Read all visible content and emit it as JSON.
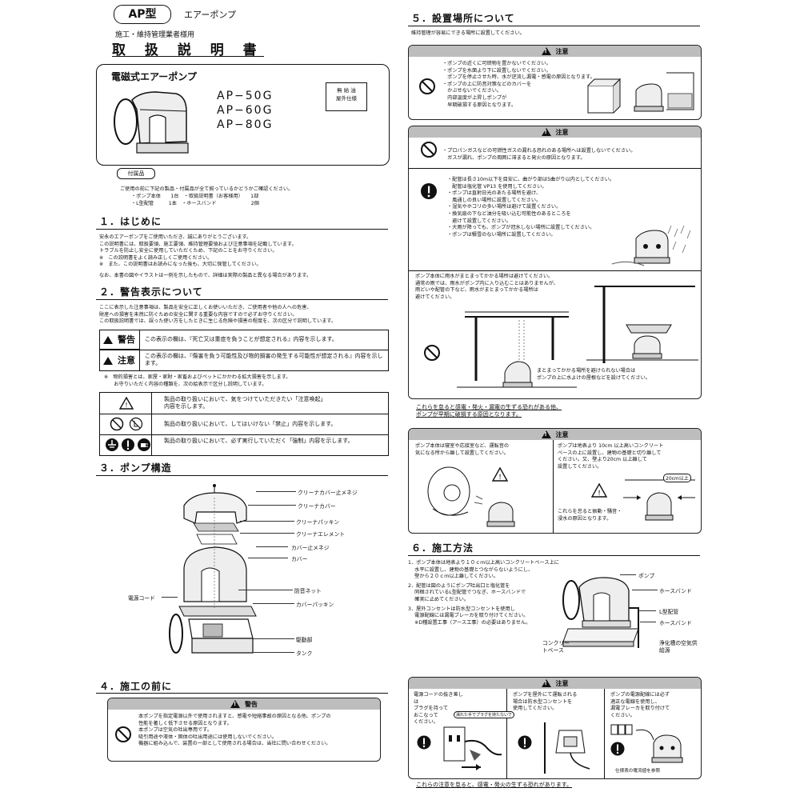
{
  "header": {
    "model_badge": "AP型",
    "product_type": "エアーポンプ",
    "audience": "施工・維持管理業者様用",
    "manual_title": "取 扱 説 明 書"
  },
  "product_box": {
    "name": "電磁式エアーポンプ",
    "models": [
      "AP−50G",
      "AP−60G",
      "AP−80G"
    ],
    "spec_tag": [
      "無 給 油",
      "屋外仕様"
    ]
  },
  "accessories": {
    "tag": "付属品",
    "intro": "ご使用の前に下記の製品・付属品が全て揃っているかどうかご確認ください。",
    "rows": [
      "・ポンプ本体　　1台　・取扱説明書（お客様用）　　1部",
      "・L型配管　　　1本　・ホースバンド　　　　　　　2個"
    ]
  },
  "sec1": {
    "title": "１．はじめに",
    "lines": [
      "安永のエアーポンプをご使用いただき、誠にありがとうございます。",
      "この説明書には、取扱要領、施工要領、維持管理要領および注意事項を記載しています。",
      "トラブルを防止し安全に使用していただくため、下記のことをお守りください。",
      "※　この説明書をよく読み正しくご使用ください。",
      "※　また、この説明書はお読みになった後も、大切に保管してください。",
      "なお、本書の図やイラストは一例を示したもので、詳細は実際の製品と異なる場合があります。"
    ]
  },
  "sec2": {
    "title": "２．警告表示について",
    "lines": [
      "ここに表示した注意事項は、製品を安全に正しくお使いいただき、ご使用者や他の人への危害、",
      "財産への損害を未然に防ぐための安全に関する重要な内容ですので必ずお守りください。",
      "この取扱説明書では、誤った使い方をしたときに生じる危険や損害の程度を、次の区分で説明しています。"
    ],
    "levels": [
      {
        "label": "警告",
        "text": "この表示の欄は、『死亡又は重症を負うことが想定される』内容を示します。"
      },
      {
        "label": "注意",
        "text": "この表示の欄は、『傷害を負う可能性及び物的損害の発生する可能性が想定される』内容を示します。"
      }
    ],
    "note": [
      "※　物的損害とは、家屋・家財・家畜およびペットにかかわる拡大損害を示します。",
      "　　お守りいただく内容の種類を、次の絵表示で区分し説明しています。"
    ],
    "symbols": [
      {
        "text": "製品の取り扱いにおいて、気をつけていただきたい「注意喚起」内容を示します。"
      },
      {
        "text": "製品の取り扱いにおいて、してはいけない「禁止」内容を示します。"
      },
      {
        "text": "製品の取り扱いにおいて、必ず実行していただく「強制」内容を示します。"
      }
    ]
  },
  "sec3": {
    "title": "３．ポンプ構造",
    "parts": [
      "クリーナカバー止メネジ",
      "クリーナカバー",
      "クリーナパッキン",
      "クリーナエレメント",
      "カバー止メネジ",
      "カバー",
      "防音ネット",
      "カバーパッキン",
      "駆動部",
      "タンク",
      "電源コード"
    ]
  },
  "sec4": {
    "title": "４．施工の前に",
    "warning_header": "警告",
    "lines": [
      "本ポンプを指定電源以外で使用されますと、感電や短絡事故の原因となる他、ポンプの",
      "性能を著しく低下させる原因となります。",
      "本ポンプは空気の吐出専用です。",
      "吸引用途や液体・固体の吐出用途には使用しないでください。",
      "機器に組み込んで、装置の一部として使用される場合は、当社に問い合わせください。"
    ]
  },
  "sec5": {
    "title": "５．設置場所について",
    "intro": "維持管理が容易にできる場所に設置してください。",
    "caution1": {
      "header": "注意",
      "lines": [
        "・ポンプの近くに可燃物を置かないでください。",
        "・ポンプを水面より下に設置しないでください。",
        "　ポンプを停止させた時、水が逆流し漏電・感電の原因となります。",
        "・ポンプの上に防音対策などのカバーを",
        "　かぶせないでください。",
        "　内部温度が上昇しポンプが",
        "　早期破損する原因となります。"
      ]
    },
    "caution2": {
      "header": "注意",
      "prohibit": [
        "・プロパンガスなどの可燃性ガスの漏れる恐れのある場所へは設置しないでください。",
        "　ガスが漏れ、ポンプの周囲に滞まると発火の原因となります。"
      ],
      "must": [
        "・配管は長さ10m以下を目安に、曲がり部は5曲がり以内としてください。",
        "　配管は塩化管 VP13 を使用してください。",
        "・ポンプは直射日光のあたる場所を避け、",
        "　風通しの良い場所に設置してください。",
        "・湿気やホコリの多い場所は避けて設置ください。",
        "・換気扇の下など油分を吸い込む可能性のあるところを",
        "　避けて設置してください。",
        "・大雨が降っても、ポンプが冠水しない場所に設置してください。",
        "・ポンプは積雪のない場所に設置してください。"
      ],
      "rain": [
        "ポンプ本体に雨水がまとまってかかる場所は避けてください。",
        "通常の雨では、雨水がポンプ内に入り込むことはありませんが、",
        "雨どいや配管の下など、雨水がまとまってかかる場所は",
        "避けてください。"
      ],
      "rain_caption": [
        "まとまってかかる場所を避けられない場合は",
        "ポンプの上に水よけの屋根などを設けてください。"
      ]
    },
    "footer": [
      "これらを怠ると感電・発火・漏電の生ずる恐れがある他、",
      "ポンプが早期に破損する原因となります。"
    ],
    "caution3": {
      "header": "注意",
      "left": [
        "ポンプ本体は寝室や応接室など、運転音の",
        "気になる所から離して設置してください。"
      ],
      "right": [
        "ポンプは地表より 10cm 以上高いコンクリート",
        "ベースの上に設置し、建物の基礎と切り離して",
        "ください。又、壁より20cm 以上離して",
        "設置してください。"
      ],
      "dim": "20cm以上",
      "right_bottom": [
        "これらを怠ると振動・騒音・",
        "浸水の原因となります。"
      ]
    }
  },
  "sec6": {
    "title": "６．施工方法",
    "lines": [
      "1．ポンプ本体は地表より１０ｃｍ以上高いコンクリートベース上に",
      "　 水平に設置し、建物の基礎とつながらないようにし、",
      "　 壁から２０ｃｍ以上離してください。",
      "2．配管は図のようにポンプ吐出口と塩化管を",
      "　 同梱されているL型配管でつなぎ、ホースバンドで",
      "　 確実に止めてください。",
      "3．屋外コンセントは防水型コンセントを使用し",
      "　 電源配線には漏電ブレーカを取り付けてください。",
      "　 ※D種設置工事（アース工事）の必要はありません。"
    ],
    "parts": [
      "ポンプ",
      "ホースバンド",
      "L型配管",
      "ホースバンド",
      "コンクリートベース",
      "浄化槽の空気供給源"
    ]
  },
  "caution4": {
    "header": "注意",
    "cols": [
      [
        "電源コードの抜き差しは",
        "プラグを持って",
        "おこなって",
        "ください。"
      ],
      [
        "ポンプを屋外にて運転される",
        "場合は防水型コンセントを",
        "使用してください。"
      ],
      [
        "ポンプの電源配線には必ず",
        "適正な電線を使用し、",
        "漏電ブレーカを取り付けて",
        "ください。"
      ]
    ],
    "plug_note": "濡れた手でプラグを持たないで",
    "breaker_caption": "仕様表の電流値を参照",
    "footer": "これらの注意を怠ると、感電・発火の生ずる恐れがあります。"
  }
}
